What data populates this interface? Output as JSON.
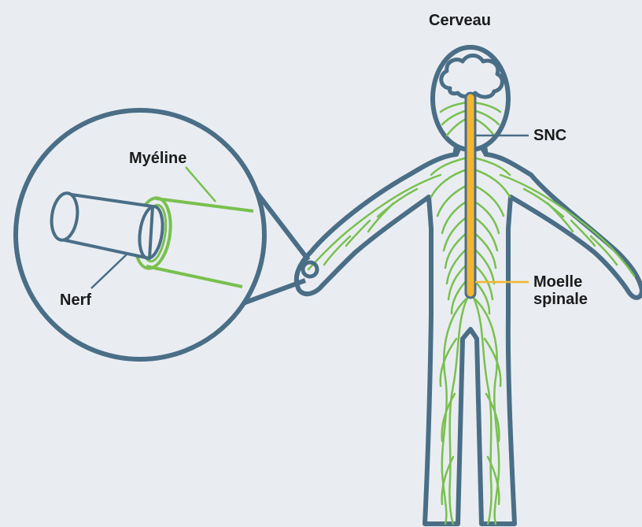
{
  "labels": {
    "brain": "Cerveau",
    "cns": "SNC",
    "spinal_cord_line1": "Moelle",
    "spinal_cord_line2": "spinale",
    "myelin": "Myéline",
    "nerve": "Nerf"
  },
  "colors": {
    "background": "#e9edf2",
    "outline": "#4a6e86",
    "nerves": "#79c04f",
    "spinal_cord": "#f2b632",
    "text": "#1b1b1b"
  }
}
